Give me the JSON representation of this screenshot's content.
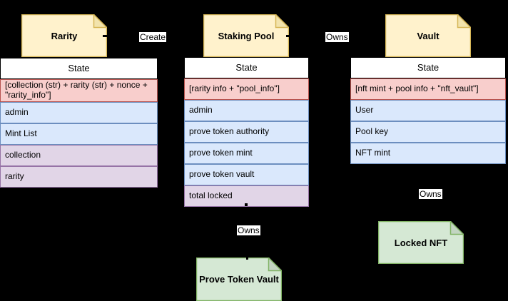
{
  "diagram": {
    "background": "#000000",
    "palette": {
      "yellow": {
        "fill": "#FFF2CC",
        "stroke": "#D6B656",
        "fold": "#F2E3AC"
      },
      "green": {
        "fill": "#D5E8D4",
        "stroke": "#82B366",
        "fold": "#C3D5C2"
      },
      "red": {
        "fill": "#F8CECC",
        "stroke": "#B85450"
      },
      "blue": {
        "fill": "#DAE8FC",
        "stroke": "#6C8EBF"
      },
      "purple": {
        "fill": "#E1D5E7",
        "stroke": "#9673A6"
      },
      "header": {
        "fill": "#FFFFFF",
        "stroke": "#000000"
      },
      "edge_label": {
        "fill": "#FFFFFF",
        "text": "#000000"
      }
    },
    "notes": [
      {
        "id": "rarity",
        "title": "Rarity",
        "color": "yellow"
      },
      {
        "id": "staking-pool",
        "title": "Staking Pool",
        "color": "yellow"
      },
      {
        "id": "vault",
        "title": "Vault",
        "color": "yellow"
      },
      {
        "id": "locked-nft",
        "title": "Locked NFT",
        "color": "green"
      },
      {
        "id": "prove-token-vault",
        "title": "Prove Token Vault",
        "color": "green"
      }
    ],
    "edge_labels": [
      {
        "id": "create",
        "text": "Create"
      },
      {
        "id": "owns-1",
        "text": "Owns"
      },
      {
        "id": "owns-2",
        "text": "Owns"
      },
      {
        "id": "owns-3",
        "text": "Owns"
      }
    ],
    "tables": [
      {
        "id": "rarity-state",
        "header": "State",
        "rows": [
          {
            "label": "[collection (str) + rarity (str) + nonce + \"rarity_info\"]",
            "color": "red"
          },
          {
            "label": "admin",
            "color": "blue"
          },
          {
            "label": "Mint List",
            "color": "blue"
          },
          {
            "label": "collection",
            "color": "purple"
          },
          {
            "label": "rarity",
            "color": "purple"
          }
        ]
      },
      {
        "id": "staking-pool-state",
        "header": "State",
        "rows": [
          {
            "label": "[rarity info + \"pool_info\"]",
            "color": "red"
          },
          {
            "label": "admin",
            "color": "blue"
          },
          {
            "label": "prove token authority",
            "color": "blue"
          },
          {
            "label": "prove token mint",
            "color": "blue"
          },
          {
            "label": "prove token vault",
            "color": "blue"
          },
          {
            "label": "total locked",
            "color": "purple"
          }
        ]
      },
      {
        "id": "vault-state",
        "header": "State",
        "rows": [
          {
            "label": "[nft mint + pool info + \"nft_vault\"]",
            "color": "red"
          },
          {
            "label": "User",
            "color": "blue"
          },
          {
            "label": "Pool key",
            "color": "blue"
          },
          {
            "label": "NFT mint",
            "color": "blue"
          }
        ]
      }
    ]
  }
}
